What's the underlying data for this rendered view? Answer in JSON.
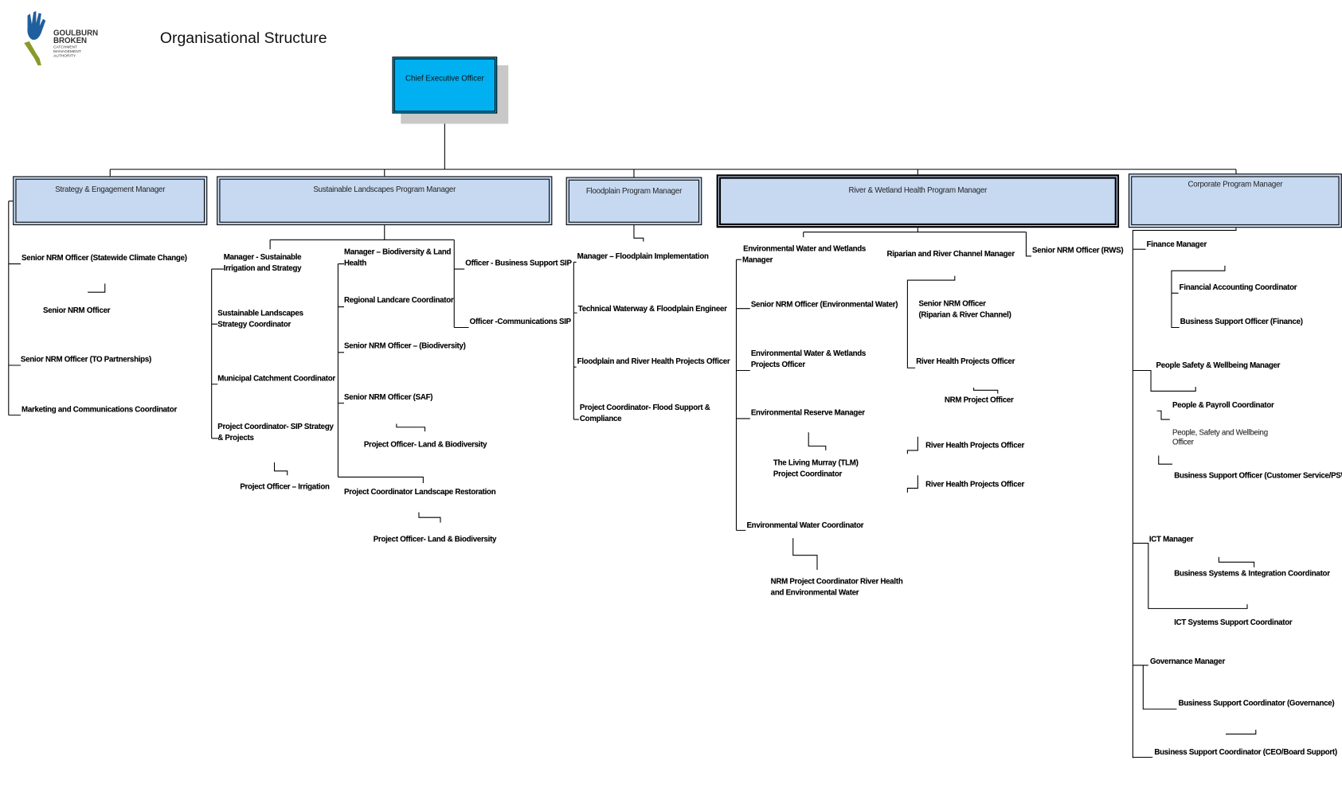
{
  "logo": {
    "line1": "GOULBURN",
    "line2": "BROKEN",
    "line3": "CATCHMENT",
    "line4": "MANAGEMENT",
    "line5": "AUTHORITY"
  },
  "title": "Organisational Structure",
  "ceo": "Chief Executive Officer",
  "strategy": {
    "title": "Strategy & Engagement Manager",
    "staff": [
      "Senior NRM Officer (Statewide Climate Change)",
      "Senior NRM Officer",
      "Senior NRM Officer (TO Partnerships)",
      "Marketing and Communications Coordinator"
    ]
  },
  "sustainable": {
    "title": "Sustainable Landscapes Program Manager",
    "col1": [
      "Manager - Sustainable\nIrrigation and Strategy",
      "Sustainable Landscapes\nStrategy Coordinator",
      "Municipal Catchment Coordinator",
      "Project Coordinator- SIP Strategy\n& Projects",
      "Project Officer – Irrigation"
    ],
    "col2": [
      "Manager – Biodiversity & Land\nHealth",
      "Regional Landcare Coordinator",
      "Senior NRM Officer – (Biodiversity)",
      "Senior NRM Officer (SAF)",
      "Project Officer- Land & Biodiversity",
      "Project Coordinator Landscape Restoration",
      "Project Officer- Land & Biodiversity"
    ],
    "col3": [
      "Officer - Business Support SIP",
      "Officer -Communications SIP"
    ]
  },
  "floodplain": {
    "title": "Floodplain Program Manager",
    "staff": [
      "Manager – Floodplain Implementation",
      "Technical Waterway & Floodplain Engineer",
      "Floodplain and River Health Projects Officer",
      "Project Coordinator- Flood Support &\nCompliance"
    ]
  },
  "river": {
    "title": "River & Wetland Health Program Manager",
    "col1": [
      "Environmental Water and Wetlands",
      "Manager",
      "Senior NRM Officer (Environmental Water)",
      "Environmental Water & Wetlands\nProjects Officer",
      "Environmental Reserve Manager",
      "The Living Murray (TLM)\nProject Coordinator",
      "Environmental Water Coordinator",
      "NRM Project Coordinator River Health\nand Environmental Water"
    ],
    "col2": [
      "Riparian and River Channel Manager",
      "Senior NRM Officer\n(Riparian & River Channel)",
      "River Health Projects Officer",
      "NRM Project Officer",
      "River Health Projects Officer",
      "River Health Projects Officer"
    ],
    "col3": [
      "Senior NRM Officer (RWS)"
    ]
  },
  "corporate": {
    "title": "Corporate Program Manager",
    "staff": [
      "Finance Manager",
      "Financial Accounting Coordinator",
      "Business Support Officer (Finance)",
      "People Safety & Wellbeing Manager",
      "People & Payroll Coordinator",
      "People, Safety and Wellbeing\nOfficer",
      "Business Support Officer (Customer Service/PSW)",
      "ICT Manager",
      "Business Systems & Integration Coordinator",
      "ICT Systems Support Coordinator",
      "Governance Manager",
      "Business Support Coordinator (Governance)",
      "Business Support Coordinator (CEO/Board Support)"
    ]
  },
  "colors": {
    "ceo_fill": "#00b0f0",
    "manager_fill": "#c6d9f1",
    "logo_blue": "#1f5f9e",
    "logo_green": "#8a9a2a"
  }
}
